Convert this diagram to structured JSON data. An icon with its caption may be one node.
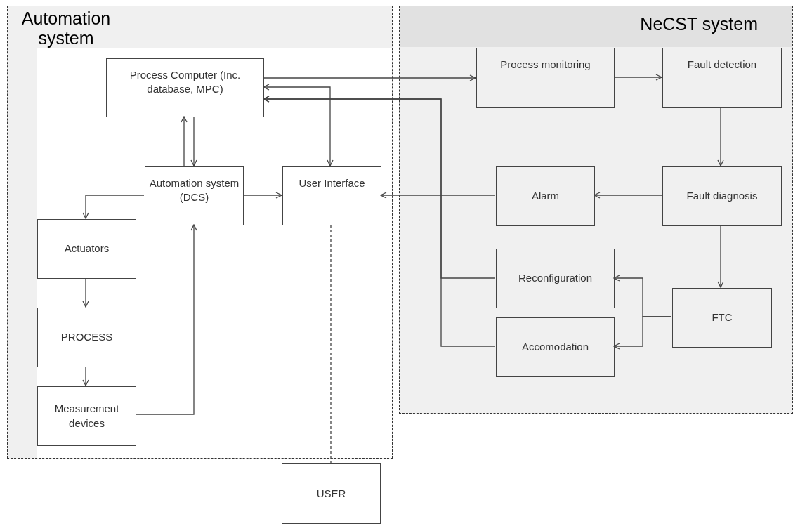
{
  "diagram": {
    "nodes": [
      {
        "text": [
          "Automation system"
        ]
      },
      {
        "text": [
          "NeCST system"
        ]
      },
      {
        "text": [
          "Process Computer (Inc. database, MPC)"
        ],
        "in": 0
      },
      {
        "text": [
          "Automation system (DCS)"
        ],
        "in": 0
      },
      {
        "text": [
          "User Interface"
        ],
        "in": 0
      },
      {
        "text": [
          "Actuators"
        ],
        "in": 0
      },
      {
        "text": [
          "PROCESS"
        ],
        "in": 0
      },
      {
        "text": [
          "Measurement devices"
        ],
        "in": 0
      },
      {
        "text": [
          "Process monitoring"
        ],
        "in": 1
      },
      {
        "text": [
          "Fault detection"
        ],
        "in": 1
      },
      {
        "text": [
          "Alarm"
        ],
        "in": 1
      },
      {
        "text": [
          "Fault diagnosis"
        ],
        "in": 1
      },
      {
        "text": [
          "Reconfiguration"
        ],
        "in": 1
      },
      {
        "text": [
          "Accomodation"
        ],
        "in": 1
      },
      {
        "text": [
          "FTC"
        ],
        "in": 1
      },
      {
        "text": [
          "USER"
        ]
      }
    ],
    "edges": [
      {
        "from": 2,
        "to": 8,
        "arrow": "to"
      },
      {
        "from": 8,
        "to": 9,
        "arrow": "to"
      },
      {
        "from": 9,
        "to": 11,
        "arrow": "to"
      },
      {
        "from": 11,
        "to": 10,
        "arrow": "to"
      },
      {
        "from": 10,
        "to": 4,
        "arrow": "to"
      },
      {
        "from": 11,
        "to": 14,
        "arrow": "to"
      },
      {
        "from": 14,
        "to": 12,
        "arrow": "to"
      },
      {
        "from": 14,
        "to": 13,
        "arrow": "to"
      },
      {
        "from": 12,
        "to": 2,
        "arrow": "to"
      },
      {
        "from": 13,
        "to": 2,
        "arrow": "to"
      },
      {
        "from": 2,
        "to": 4,
        "arrow": "both"
      },
      {
        "from": 3,
        "to": 2,
        "arrow": "to"
      },
      {
        "from": 2,
        "to": 3,
        "arrow": "to"
      },
      {
        "from": 3,
        "to": 4,
        "arrow": "to"
      },
      {
        "from": 3,
        "to": 5,
        "arrow": "to"
      },
      {
        "from": 5,
        "to": 6,
        "arrow": "to"
      },
      {
        "from": 6,
        "to": 7,
        "arrow": "to"
      },
      {
        "from": 7,
        "to": 3,
        "arrow": "to"
      },
      {
        "from": 4,
        "to": 15,
        "arrow": "none",
        "style": "dashed"
      }
    ]
  }
}
